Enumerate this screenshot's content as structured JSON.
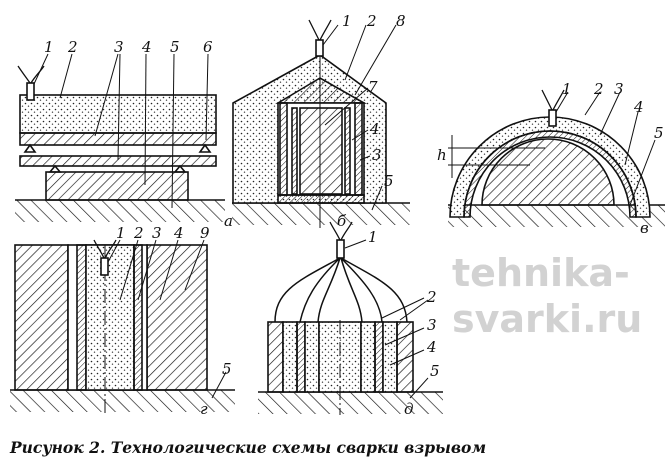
{
  "figure": {
    "caption": "Рисунок 2. Технологические схемы сварки взрывом",
    "watermark": "tehnika-svarki.ru",
    "panels": {
      "a": {
        "letter": "а",
        "labels": [
          "1",
          "2",
          "3",
          "4",
          "5",
          "6"
        ]
      },
      "b": {
        "letter": "б",
        "labels": [
          "1",
          "2",
          "8",
          "7",
          "4",
          "3",
          "5"
        ]
      },
      "v": {
        "letter": "в",
        "labels": [
          "1",
          "2",
          "3",
          "4",
          "5",
          "h"
        ]
      },
      "g": {
        "letter": "г",
        "labels": [
          "1",
          "2",
          "3",
          "4",
          "9",
          "5"
        ]
      },
      "d": {
        "letter": "д",
        "labels": [
          "1",
          "2",
          "3",
          "4",
          "5"
        ]
      }
    }
  }
}
